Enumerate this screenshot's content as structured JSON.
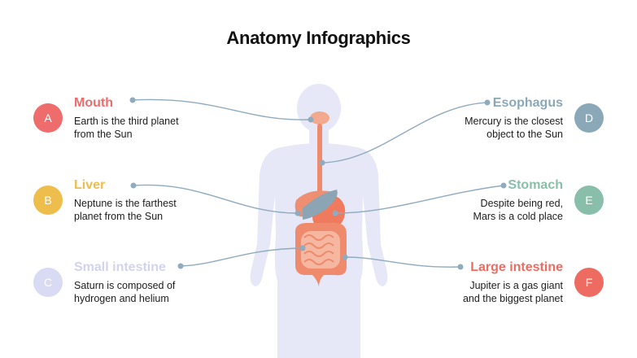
{
  "title": "Anatomy Infographics",
  "colors": {
    "red": "#ee6c6c",
    "yellow": "#eebe4c",
    "lavender": "#d9daf3",
    "steel_blue": "#8aa8b8",
    "sage": "#89bfaa",
    "coral": "#ee6b61",
    "silhouette": "#e6e7f7",
    "connector": "#8fabbd",
    "organ": "#ef8a6d",
    "liver_gray": "#8ba5b4"
  },
  "items": [
    {
      "letter": "A",
      "name": "Mouth",
      "description": "Earth is the third planet\nfrom the Sun"
    },
    {
      "letter": "B",
      "name": "Liver",
      "description": "Neptune is the farthest\nplanet from the Sun"
    },
    {
      "letter": "C",
      "name": "Small intestine",
      "description": "Saturn is composed of\nhydrogen and helium"
    },
    {
      "letter": "D",
      "name": "Esophagus",
      "description": "Mercury is the closest\nobject to the Sun"
    },
    {
      "letter": "E",
      "name": "Stomach",
      "description": "Despite being red,\nMars is a cold place"
    },
    {
      "letter": "F",
      "name": "Large intestine",
      "description": "Jupiter is a gas giant\nand the biggest planet"
    }
  ]
}
